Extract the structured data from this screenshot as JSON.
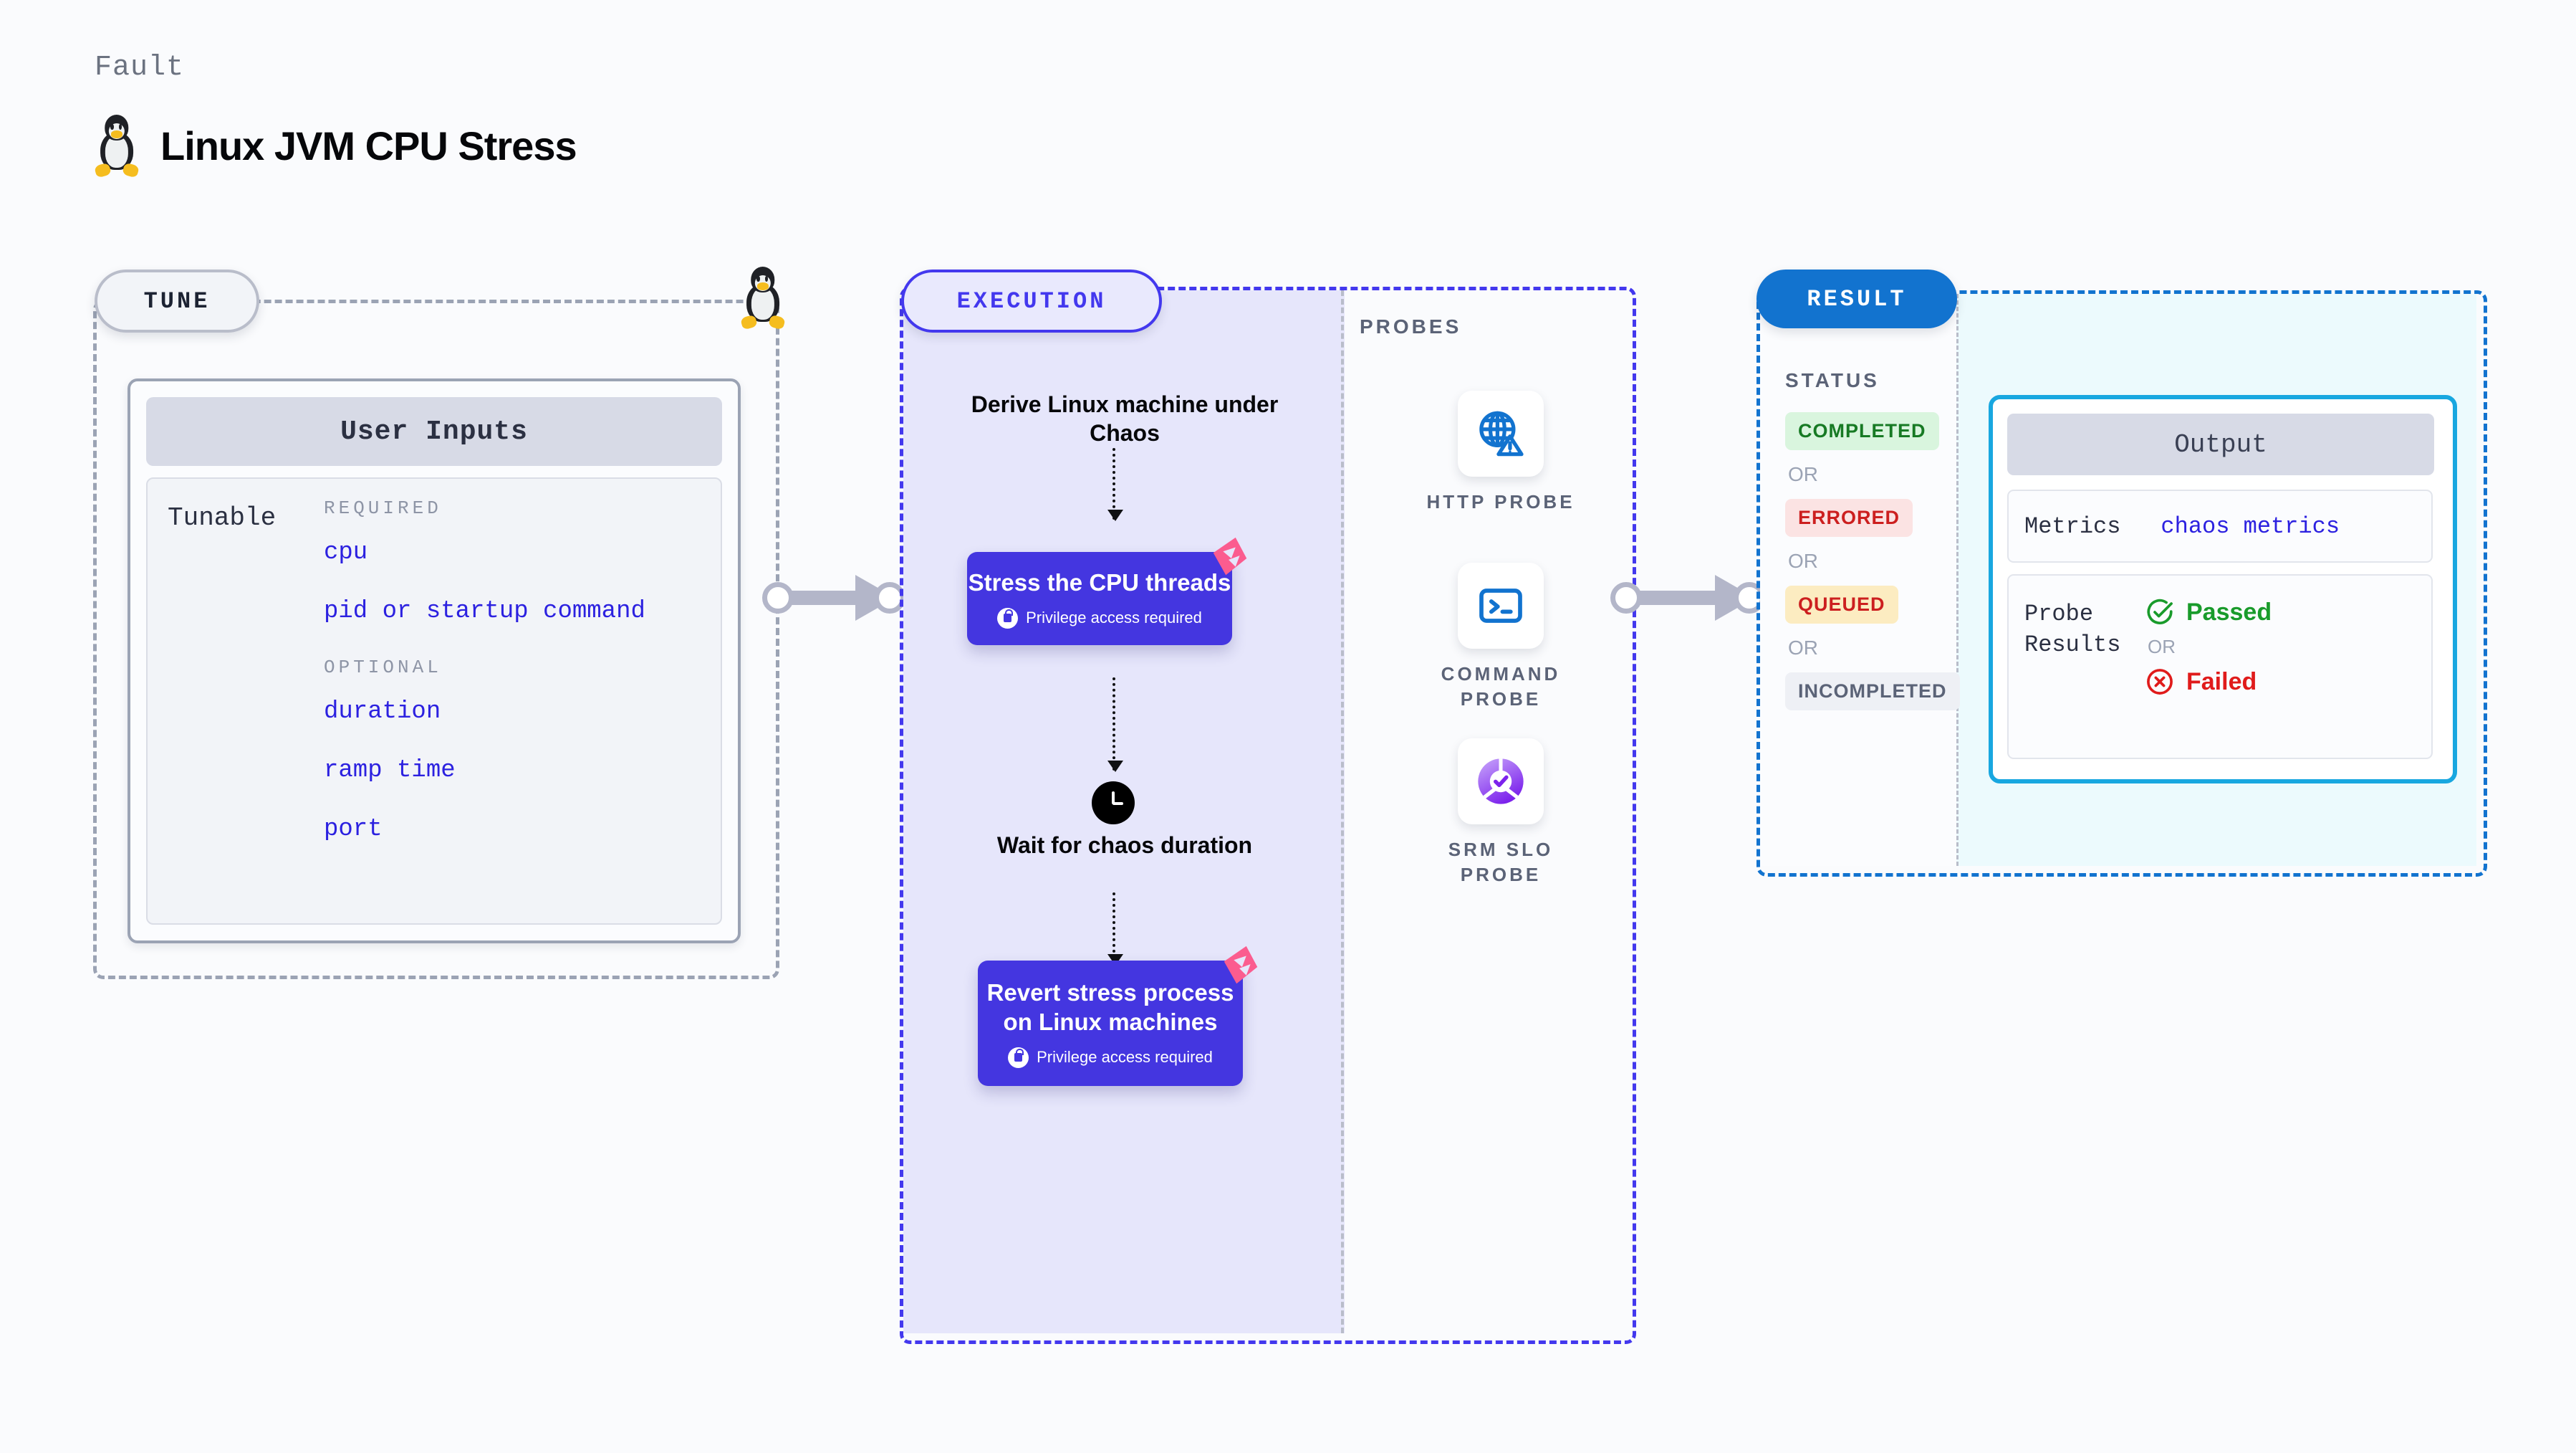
{
  "header": {
    "kicker": "Fault",
    "title": "Linux JVM CPU Stress",
    "icon": "linux-penguin-icon"
  },
  "stages": {
    "tune": {
      "pill_label": "TUNE",
      "card_title": "User Inputs",
      "tunable_label": "Tunable",
      "groups": [
        {
          "title": "REQUIRED",
          "items": [
            "cpu",
            "pid or startup command"
          ]
        },
        {
          "title": "OPTIONAL",
          "items": [
            "duration",
            "ramp time",
            "port"
          ]
        }
      ]
    },
    "execution": {
      "pill_label": "EXECUTION",
      "steps": [
        {
          "type": "text",
          "label": "Derive Linux machine under Chaos"
        },
        {
          "type": "card",
          "label": "Stress the CPU threads",
          "privilege": "Privilege access required",
          "badge": "litmus-chaos-icon"
        },
        {
          "type": "text",
          "label": "Wait for chaos duration",
          "icon": "clock-icon"
        },
        {
          "type": "card",
          "label": "Revert stress process on Linux machines",
          "privilege": "Privilege access required",
          "badge": "litmus-chaos-icon"
        }
      ]
    },
    "probes": {
      "title": "PROBES",
      "items": [
        {
          "label": "HTTP PROBE",
          "icon": "globe-warning-icon"
        },
        {
          "label": "COMMAND PROBE",
          "icon": "terminal-icon"
        },
        {
          "label": "SRM SLO PROBE",
          "icon": "slo-donut-check-icon"
        }
      ]
    },
    "result": {
      "pill_label": "RESULT",
      "status_title": "STATUS",
      "or_label": "OR",
      "statuses": [
        {
          "label": "COMPLETED",
          "tone": "completed"
        },
        {
          "label": "ERRORED",
          "tone": "errored"
        },
        {
          "label": "QUEUED",
          "tone": "queued"
        },
        {
          "label": "INCOMPLETED",
          "tone": "incompleted"
        }
      ],
      "output": {
        "title": "Output",
        "metrics_label": "Metrics",
        "metrics_value": "chaos metrics",
        "probe_results_label": "Probe Results",
        "passed_label": "Passed",
        "failed_label": "Failed",
        "or_label": "OR"
      }
    }
  },
  "colors": {
    "tune_accent": "#9ba3b4",
    "execution_accent": "#4338ee",
    "result_accent": "#1273cf",
    "output_accent": "#18a7e0",
    "tunable_link": "#2c21e0",
    "litmus_pink": "#fb5c8f",
    "passed_green": "#199b2b",
    "failed_red": "#e01b1b"
  }
}
